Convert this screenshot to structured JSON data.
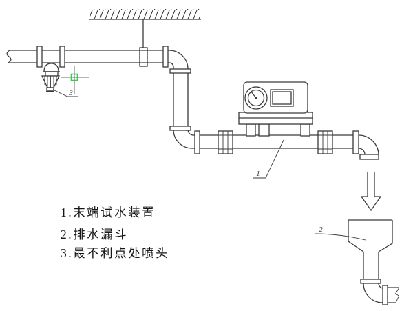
{
  "diagram": {
    "callouts": {
      "device": "1",
      "funnel": "2",
      "sprinkler": "3"
    },
    "legend": {
      "items": [
        {
          "text": "1.末端试水装置"
        },
        {
          "text": "2.排水漏斗"
        },
        {
          "text": "3.最不利点处喷头"
        }
      ]
    },
    "colors": {
      "line": "#3a3a3a",
      "crosshair_square": "#38c94f",
      "background": "#ffffff"
    }
  }
}
